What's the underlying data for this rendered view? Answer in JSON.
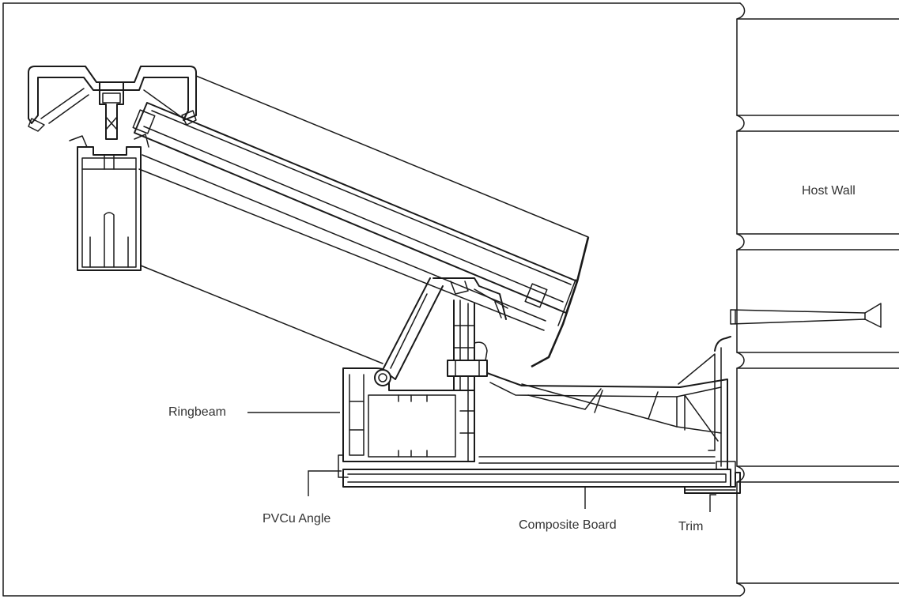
{
  "labels": {
    "host_wall": "Host Wall",
    "ringbeam": "Ringbeam",
    "pvcu_angle": "PVCu Angle",
    "composite_board": "Composite Board",
    "trim": "Trim"
  }
}
